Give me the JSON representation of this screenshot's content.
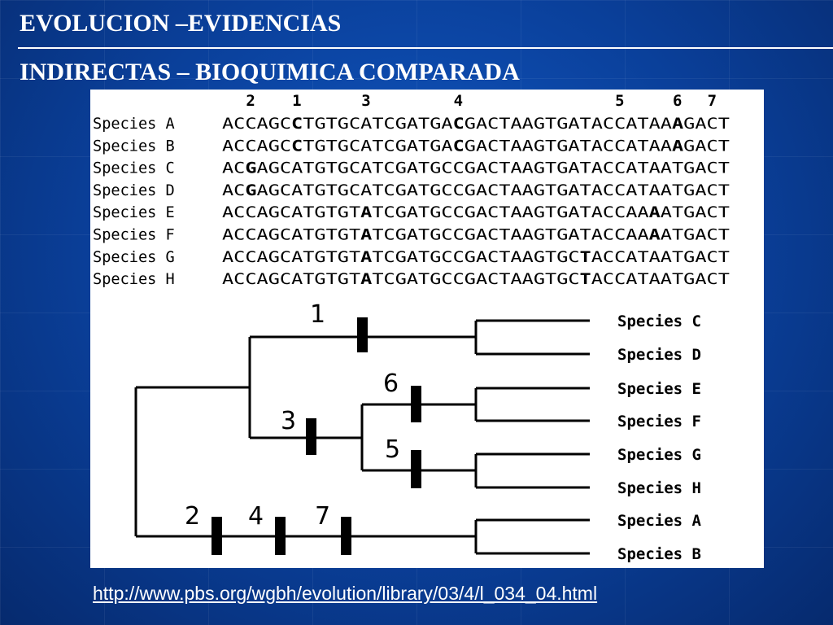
{
  "slide": {
    "title_line1": "EVOLUCION –EVIDENCIAS",
    "title_line2": "INDIRECTAS – BIOQUIMICA COMPARADA",
    "source_url": "http://www.pbs.org/wgbh/evolution/library/03/4/l_034_04.html"
  },
  "alignment": {
    "position_markers": [
      {
        "label": "1",
        "column": 6
      },
      {
        "label": "2",
        "column": 2
      },
      {
        "label": "3",
        "column": 12
      },
      {
        "label": "4",
        "column": 20
      },
      {
        "label": "5",
        "column": 34
      },
      {
        "label": "6",
        "column": 39
      },
      {
        "label": "7",
        "column": 42
      }
    ],
    "rows": [
      {
        "species": "Species A",
        "sequence": "ACCAGCCTGTGCATCGATGACGACTAAGTGATACCATAAAGACT",
        "bold_columns": [
          6,
          20,
          39
        ]
      },
      {
        "species": "Species B",
        "sequence": "ACCAGCCTGTGCATCGATGACGACTAAGTGATACCATAAAGACT",
        "bold_columns": [
          6,
          20,
          39
        ]
      },
      {
        "species": "Species C",
        "sequence": "ACGAGCATGTGCATCGATGCCGACTAAGTGATACCATAATGACT",
        "bold_columns": [
          2
        ]
      },
      {
        "species": "Species D",
        "sequence": "ACGAGCATGTGCATCGATGCCGACTAAGTGATACCATAATGACT",
        "bold_columns": [
          2
        ]
      },
      {
        "species": "Species E",
        "sequence": "ACCAGCATGTGTATCGATGCCGACTAAGTGATACCAAAATGACT",
        "bold_columns": [
          12,
          37
        ]
      },
      {
        "species": "Species F",
        "sequence": "ACCAGCATGTGTATCGATGCCGACTAAGTGATACCAAAATGACT",
        "bold_columns": [
          12,
          37
        ]
      },
      {
        "species": "Species G",
        "sequence": "ACCAGCATGTGTATCGATGCCGACTAAGTGCTACCATAATGACT",
        "bold_columns": [
          12,
          31
        ]
      },
      {
        "species": "Species H",
        "sequence": "ACCAGCATGTGTATCGATGCCGACTAAGTGCTACCATAATGACT",
        "bold_columns": [
          12,
          31
        ]
      }
    ]
  },
  "tree": {
    "leaves": [
      "Species C",
      "Species D",
      "Species E",
      "Species F",
      "Species G",
      "Species H",
      "Species A",
      "Species B"
    ],
    "mutation_labels": {
      "m1": "1",
      "m3": "3",
      "m6": "6",
      "m5": "5",
      "m2": "2",
      "m4": "4",
      "m7": "7"
    }
  },
  "colors": {
    "background": "#0a3f99",
    "figure_background": "#ffffff",
    "ink": "#000000"
  }
}
